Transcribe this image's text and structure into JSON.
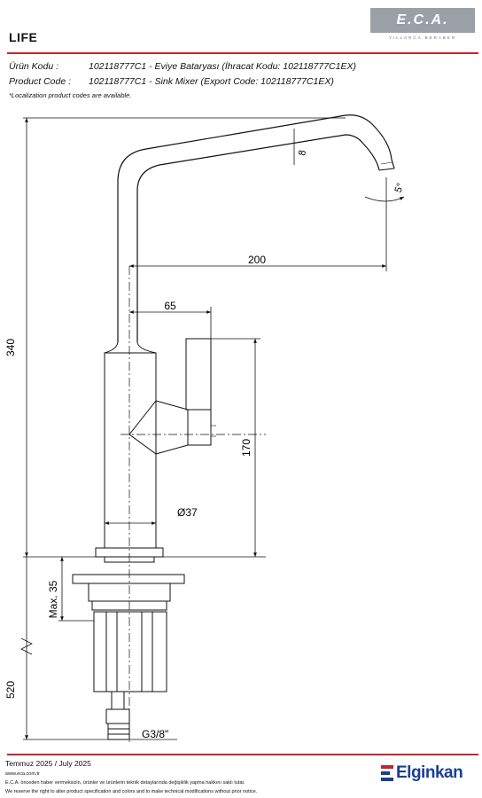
{
  "header": {
    "product_name": "LIFE",
    "logo_text": "E.C.A.",
    "logo_tagline": "YILLARCA BERABER"
  },
  "info": {
    "tr_label": "Ürün Kodu :",
    "tr_value": "102118777C1 - Eviye Bataryası (İhracat Kodu: 102118777C1EX)",
    "en_label": "Product Code :",
    "en_value": "102118777C1 - Sink Mixer (Export Code: 102118777C1EX)",
    "note": "*Localization product codes are available."
  },
  "drawing": {
    "dim_total_height": "340",
    "dim_spout_reach": "200",
    "dim_lever_offset": "65",
    "dim_spout_height": "170",
    "dim_body_diameter": "Ø37",
    "dim_spout_thickness": "8",
    "dim_angle": "5°",
    "dim_max_counter": "Max. 35",
    "dim_hose_length": "520",
    "dim_thread": "G3/8\""
  },
  "footer": {
    "date": "Temmuz 2025 / July 2025",
    "website": "www.eca.com.tr",
    "disclaimer_tr": "E.C.A. önceden haber vermeksizin, ürünler ve ürünlerin teknik detaylarında değişiklik yapma hakkını saklı tutar.",
    "disclaimer_en": "We reserve the right to alter product specification and colors and to make technical modifications without prior notice.",
    "brand": "Elginkan"
  }
}
